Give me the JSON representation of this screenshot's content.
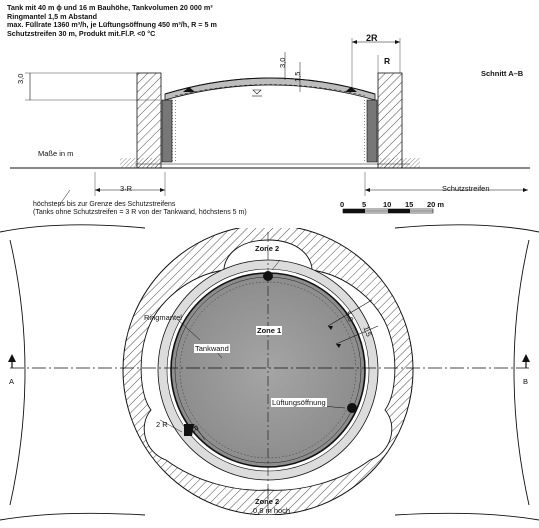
{
  "header": {
    "line1": "Tank mit 40 m ϕ und 16 m Bauhöhe, Tankvolumen 20 000 m³",
    "line2": "Ringmantel 1,5 m Abstand",
    "line3": "max. Füllrate 1360 m³/h, je Lüftungsöffnung 450 m³/h, R = 5 m",
    "line4": "Schutzstreifen 30 m, Produkt mit.Fl.P. <0 °C"
  },
  "section": {
    "title": "Schnitt A–B",
    "units": "Maße in m",
    "dim_2r": "2R",
    "dim_r": "R",
    "dim_30": "3,0",
    "dim_30_top": "3,0",
    "dim_15": "1,5",
    "dim_3r": "3·R",
    "schutzstreifen": "Schutzstreifen"
  },
  "notes": {
    "line1": "höchstens bis zur Grenze des Schutzstreifens",
    "line2": "(Tanks ohne Schutzstreifen = 3 R von der Tankwand, höchstens 5 m)"
  },
  "scale": {
    "t0": "0",
    "t5": "5",
    "t10": "10",
    "t15": "15",
    "t20": "20 m"
  },
  "plan": {
    "zone2_top": "Zone 2",
    "zone1": "Zone 1",
    "ringmantel": "Ringmantel",
    "tankwand": "Tankwand",
    "lueftung": "Lüftungsöffnung",
    "dim_50": "5,0",
    "dim_15": "1,5",
    "dim_2r": "2 R",
    "dim_r": "R",
    "zone2_bottom": "Zone 2",
    "zone2_height": "0,8 m hoch",
    "marker_a": "A",
    "marker_b": "B"
  },
  "colors": {
    "tank_fill": "#9a9a9a",
    "ring_fill": "#cfcfcf",
    "line": "#111111"
  }
}
